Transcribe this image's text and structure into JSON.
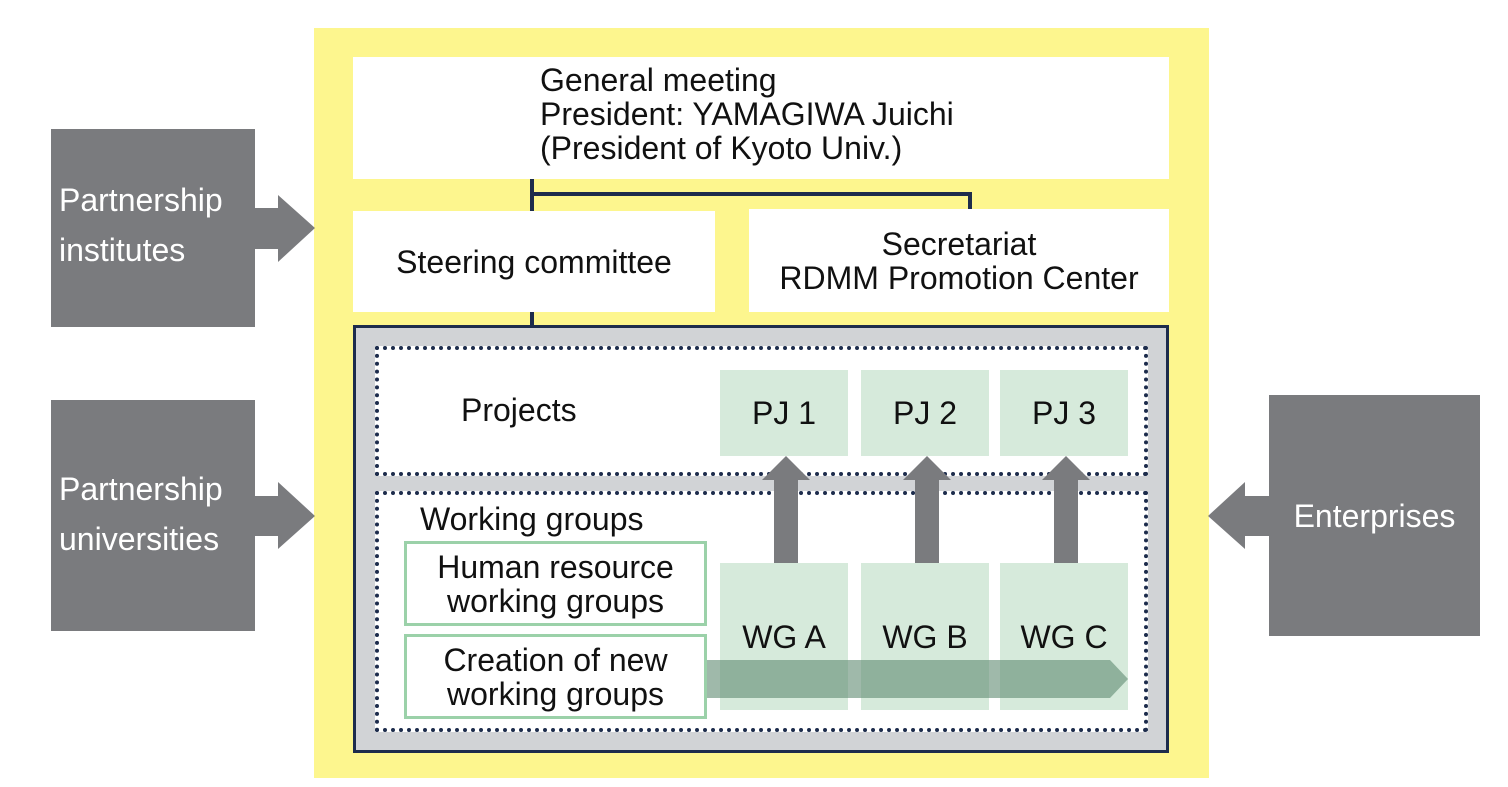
{
  "left_nodes": [
    {
      "line1": "Partnership",
      "line2": "institutes"
    },
    {
      "line1": "Partnership",
      "line2": "universities"
    }
  ],
  "right_node": {
    "label": "Enterprises"
  },
  "general_meeting": {
    "line1": "General meeting",
    "line2": "President: YAMAGIWA  Juichi",
    "line3": "(President of Kyoto Univ.)"
  },
  "steering": {
    "label": "Steering committee"
  },
  "secretariat": {
    "line1": "Secretariat",
    "line2": "RDMM Promotion Center"
  },
  "projects": {
    "title": "Projects",
    "items": [
      "PJ 1",
      "PJ 2",
      "PJ 3"
    ]
  },
  "working_groups": {
    "title": "Working groups",
    "human_resource": {
      "line1": "Human resource",
      "line2": "working groups"
    },
    "creation": {
      "line1": "Creation of new",
      "line2": "working groups"
    },
    "items": [
      "WG A",
      "WG B",
      "WG C"
    ]
  },
  "colors": {
    "organization_background": "#fdf68e",
    "frame": "#1d2c4c",
    "external_node": "#7a7b7e",
    "group_box": "#d6eadb",
    "group_outline": "#9bd1a9"
  }
}
